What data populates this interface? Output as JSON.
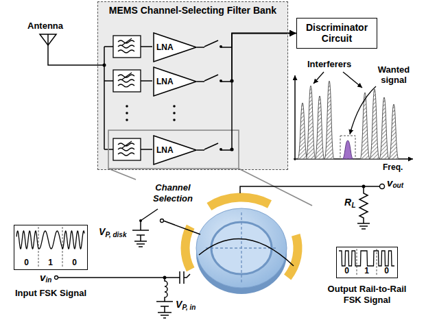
{
  "diagram": {
    "nodes": [
      {
        "text": [
          "MEMS Channel-Selecting Filter Bank"
        ]
      },
      {
        "text": [
          "LNA"
        ],
        "in": 0
      },
      {
        "text": [
          "LNA"
        ],
        "in": 0
      },
      {
        "text": [
          "LNA"
        ],
        "in": 0
      },
      {
        "text": [
          "Discriminator Circuit"
        ]
      },
      {
        "text": [
          "0",
          "1",
          "0",
          "Input FSK Signal"
        ]
      },
      {
        "text": [
          "0",
          "1",
          "0",
          "Output Rail-to-Rail FSK Signal"
        ]
      }
    ],
    "edges": [
      {
        "from": 1,
        "to": 4,
        "arrow": "to"
      },
      {
        "from": 2,
        "to": 4,
        "arrow": "to"
      },
      {
        "from": 3,
        "to": 4,
        "arrow": "to"
      }
    ],
    "labels": [
      "Antenna",
      "Interferers",
      "Wanted signal",
      "Freq.",
      "Channel Selection",
      "v",
      "out",
      "R",
      "L",
      "V",
      "P, disk",
      "v",
      "in",
      "V",
      "P, in"
    ]
  }
}
